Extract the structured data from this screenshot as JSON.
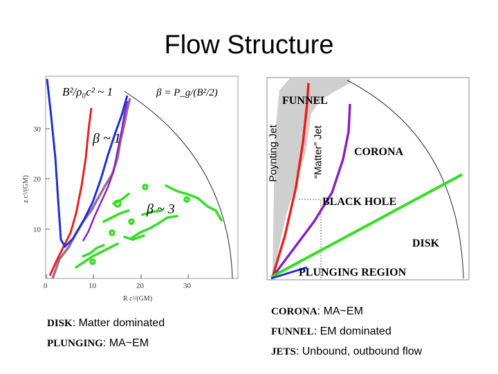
{
  "title": "Flow Structure",
  "left_plot": {
    "xlabel": "R c²/(GM)",
    "ylabel": "z c²/(GM)",
    "xticks": [
      "0",
      "10",
      "20",
      "30"
    ],
    "yticks": [
      "10",
      "20",
      "30"
    ],
    "eq1": "B²/ρ₀c² ~ 1",
    "eq2": "β = P_g/(B²/2)",
    "eq3": "β ~ 1",
    "eq4": "β ~ 3"
  },
  "right_diagram": {
    "funnel": "FUNNEL",
    "corona": "CORONA",
    "black_hole": "BLACK HOLE",
    "disk": "DISK",
    "plunging": "PLUNGING REGION",
    "poynting_jet": "Poynting Jet",
    "matter_jet": "“Matter” Jet"
  },
  "captions": {
    "disk_key": "DISK",
    "disk_val": ": Matter dominated",
    "plunging_key": "PLUNGING",
    "plunging_val": ": MA~EM",
    "corona_key": "CORONA",
    "corona_val": ": MA~EM",
    "funnel_key": "FUNNEL",
    "funnel_val": ": EM dominated",
    "jets_key": "JETS",
    "jets_val": ": Unbound, outbound flow"
  },
  "colors": {
    "red": "#e8201c",
    "blue": "#1a2fd8",
    "purple": "#8a1fc2",
    "mauve": "#9a6a9a",
    "green": "#33dd22",
    "funnel_gray": "#cfcfcf"
  }
}
